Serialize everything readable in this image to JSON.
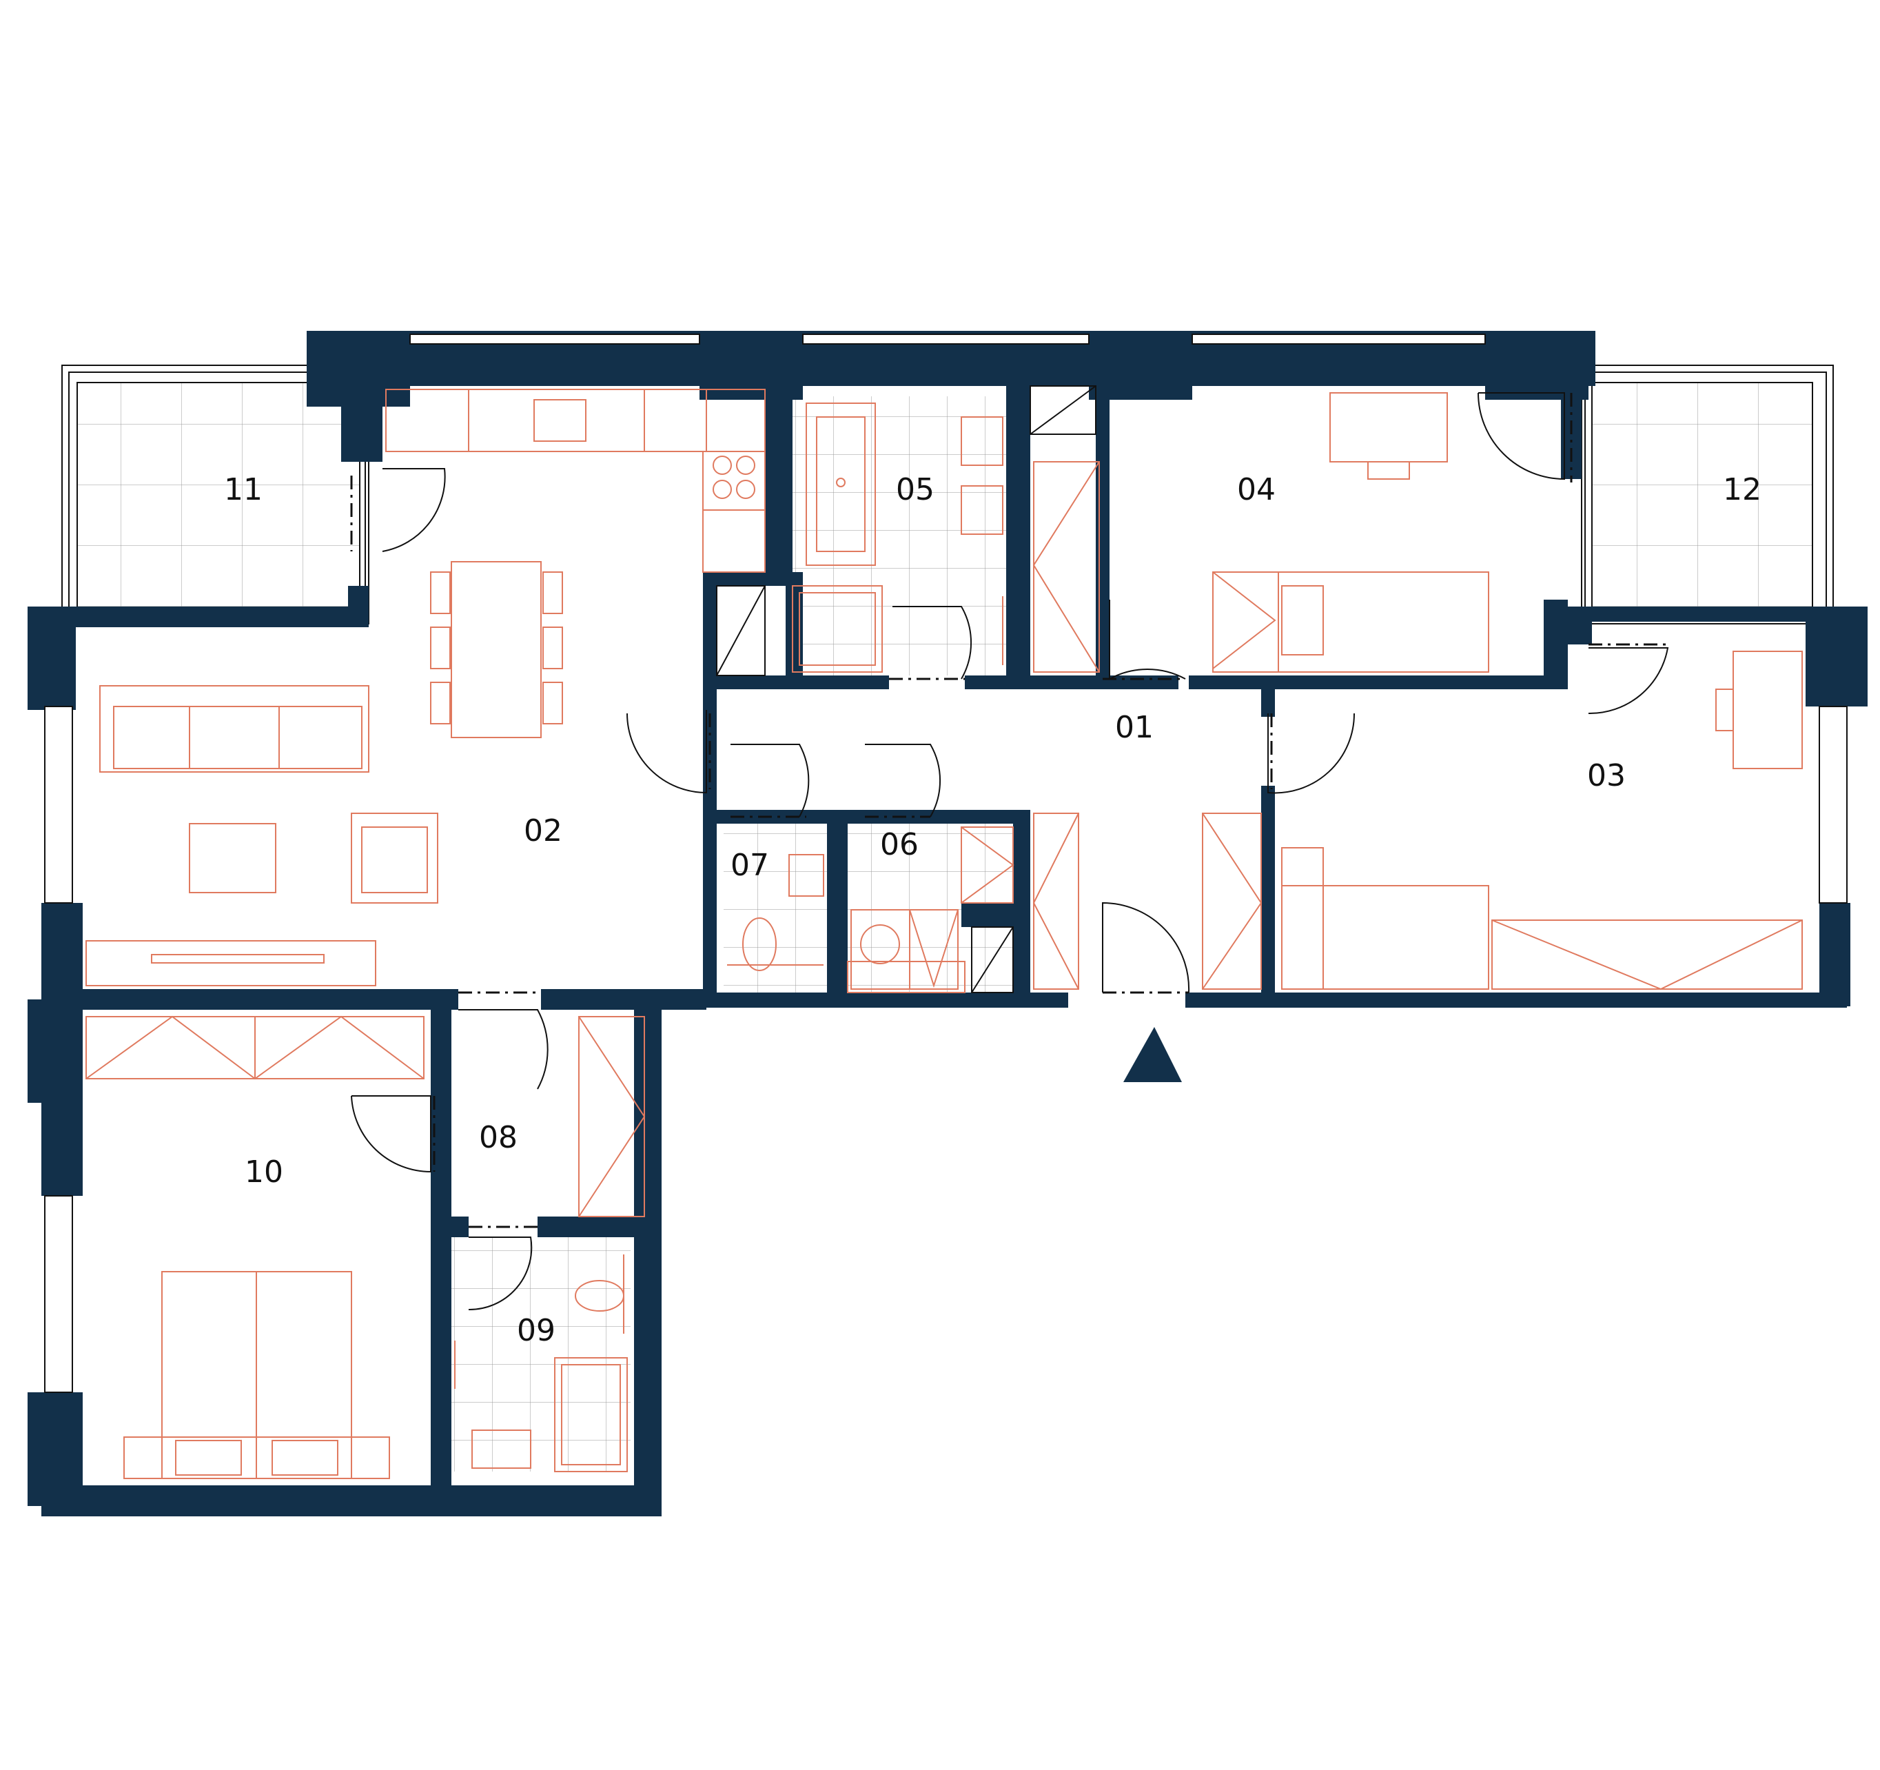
{
  "rooms": {
    "r01": "01",
    "r02": "02",
    "r03": "03",
    "r04": "04",
    "r05": "05",
    "r06": "06",
    "r07": "07",
    "r08": "08",
    "r09": "09",
    "r10": "10",
    "r11": "11",
    "r12": "12"
  },
  "colors": {
    "wall": "#12304a",
    "furniture": "#e07a5f",
    "line": "#111111",
    "tile": "#9a9a9a"
  },
  "icons": {
    "entrance": "entrance-arrow-icon"
  }
}
